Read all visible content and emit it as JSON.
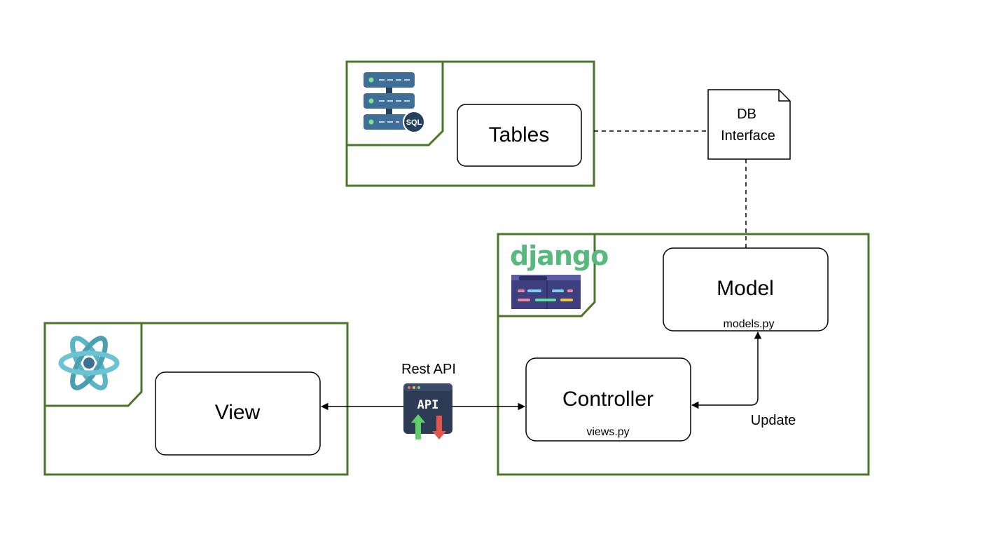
{
  "colors": {
    "frame_green": "#4a7628",
    "stroke": "#000000",
    "db_icon": "#3f6f96",
    "db_dark": "#26425a",
    "django_green": "#57b97e",
    "react_teal": "#5bb5c6",
    "api_panel": "#2e3b55",
    "api_up": "#5fcf6a",
    "api_down": "#e5534b"
  },
  "nodes": {
    "tables": {
      "label": "Tables"
    },
    "db_interface": {
      "label_line1": "DB",
      "label_line2": "Interface"
    },
    "model": {
      "label": "Model",
      "sublabel": "models.py"
    },
    "controller": {
      "label": "Controller",
      "sublabel": "views.py"
    },
    "view": {
      "label": "View"
    }
  },
  "logos": {
    "django_text": "django",
    "sql_badge": "SQL",
    "api_badge": "API"
  },
  "edges": {
    "rest_api": {
      "label": "Rest API"
    },
    "update": {
      "label": "Update"
    }
  },
  "icons": [
    "database-server-icon",
    "django-logo",
    "code-editor-icon",
    "react-atom-icon",
    "api-icon"
  ]
}
